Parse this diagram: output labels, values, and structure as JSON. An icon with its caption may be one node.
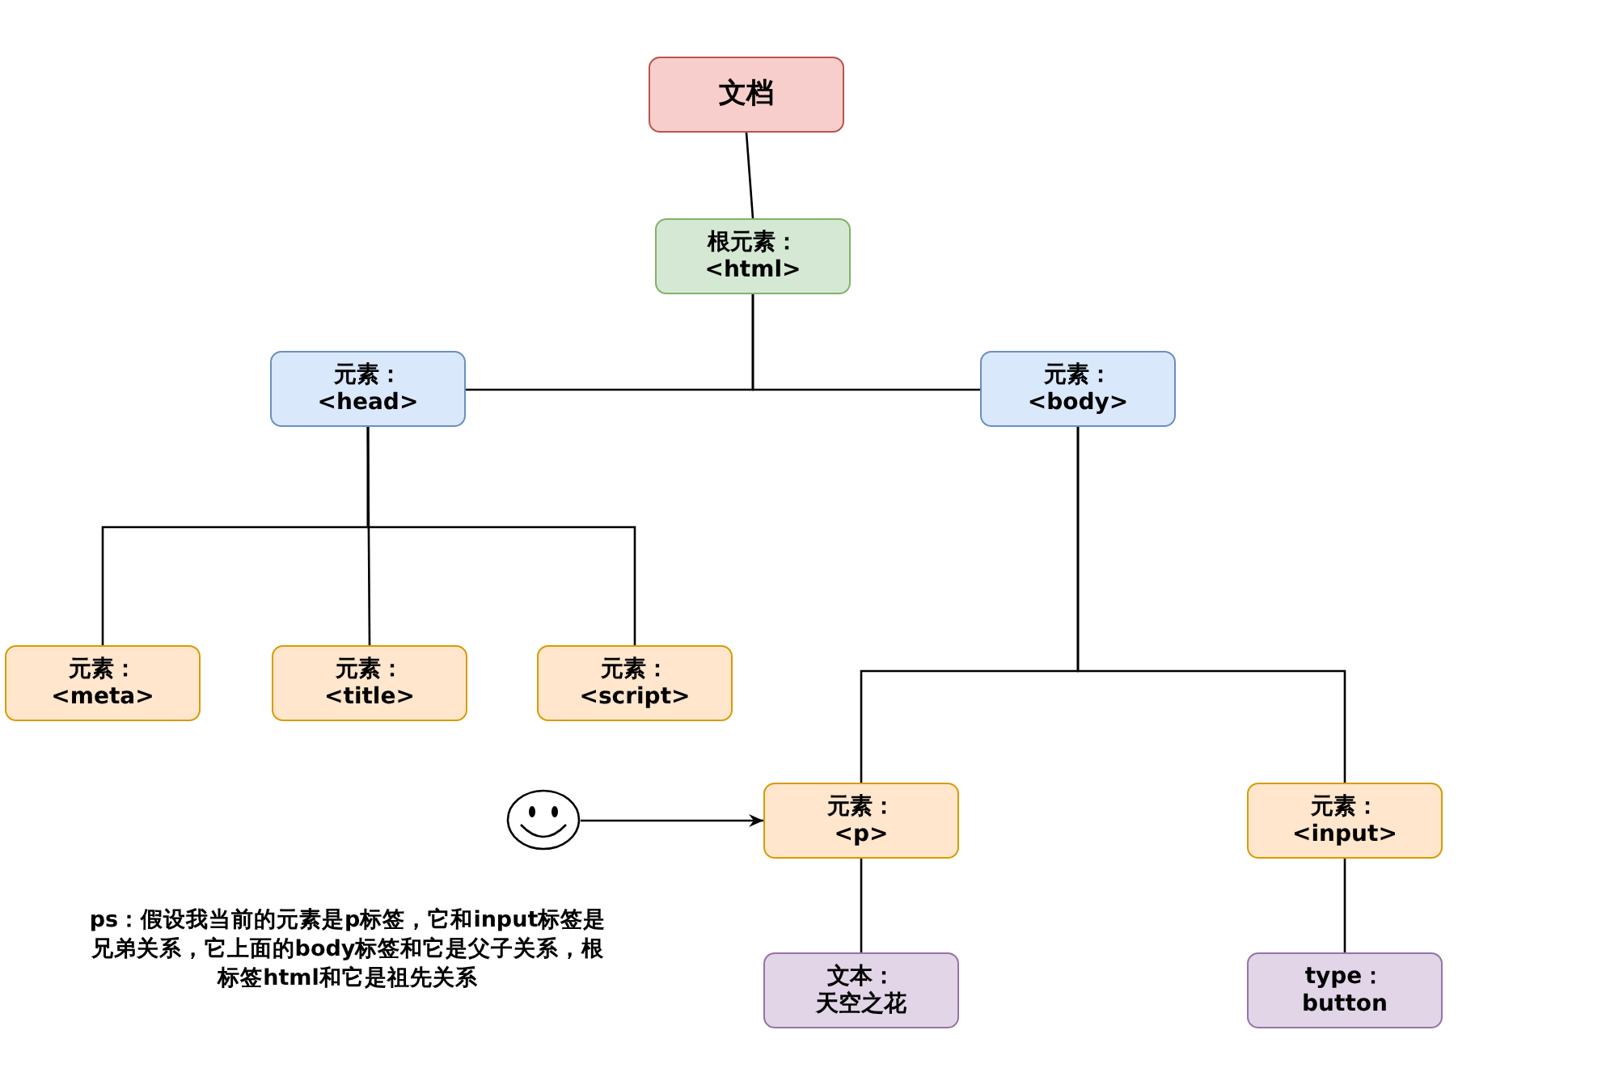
{
  "diagram": {
    "nodes": [
      {
        "text": [
          "文档"
        ]
      },
      {
        "text": [
          "根元素： <html>"
        ]
      },
      {
        "text": [
          "元素： <head>"
        ]
      },
      {
        "text": [
          "元素： <body>"
        ]
      },
      {
        "text": [
          "元素： <meta>"
        ]
      },
      {
        "text": [
          "元素： <title>"
        ]
      },
      {
        "text": [
          "元素： <script>"
        ]
      },
      {
        "text": [],
        "shape": "picture"
      },
      {
        "text": [
          "元素： <p>"
        ]
      },
      {
        "text": [
          "元素： <input>"
        ]
      },
      {
        "text": [
          "文本：天空之花"
        ]
      },
      {
        "text": [
          "type： button"
        ]
      }
    ],
    "edges": [
      {
        "from": 0,
        "to": 1,
        "arrow": "none"
      },
      {
        "from": 1,
        "to": 2,
        "arrow": "none"
      },
      {
        "from": 1,
        "to": 3,
        "arrow": "none"
      },
      {
        "from": 2,
        "to": 4,
        "arrow": "none"
      },
      {
        "from": 2,
        "to": 5,
        "arrow": "none"
      },
      {
        "from": 2,
        "to": 6,
        "arrow": "none"
      },
      {
        "from": 3,
        "to": 8,
        "arrow": "none"
      },
      {
        "from": 3,
        "to": 9,
        "arrow": "none"
      },
      {
        "from": 7,
        "to": 8,
        "arrow": "to"
      },
      {
        "from": 8,
        "to": 10,
        "arrow": "none"
      },
      {
        "from": 9,
        "to": 11,
        "arrow": "none"
      }
    ],
    "labels": [
      "ps：假设我当前的元素是p标签，它和input标签是兄弟关系，它上面的body标签和它是父子关系，根标签html和它是祖先关系"
    ]
  }
}
